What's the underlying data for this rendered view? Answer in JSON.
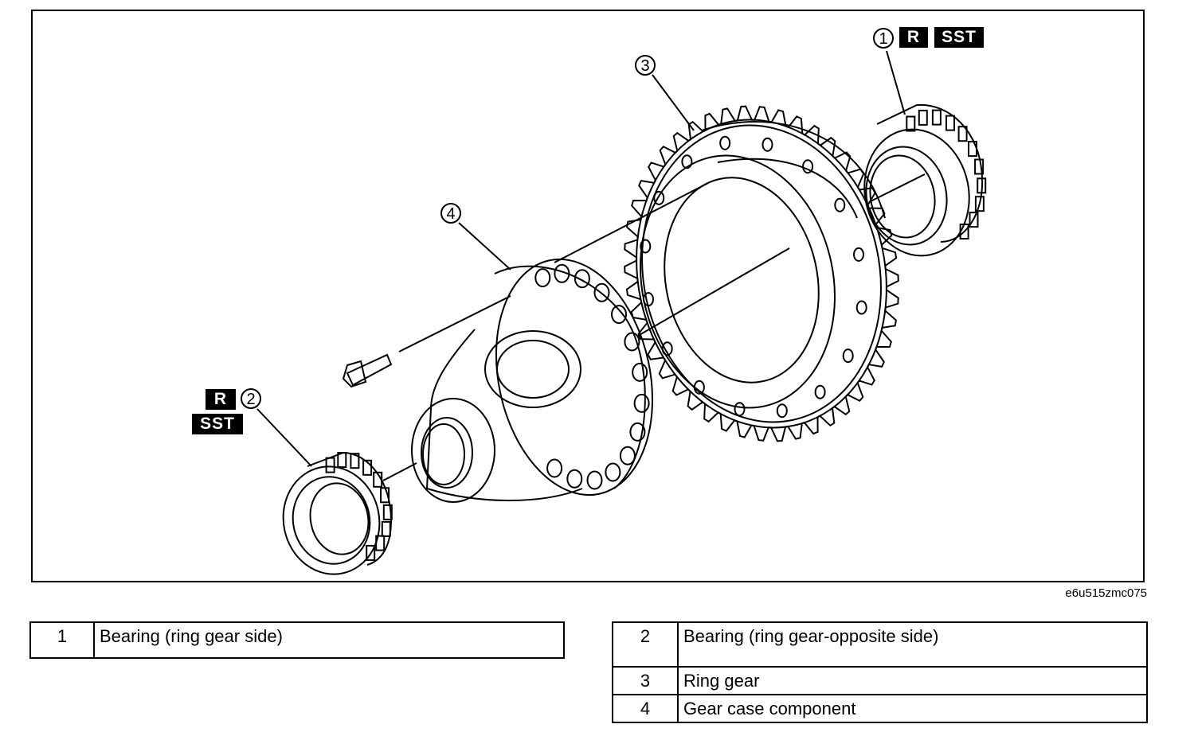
{
  "figure": {
    "code": "e6u515zmc075",
    "callouts": [
      {
        "num": "1",
        "tags": [
          "R",
          "SST"
        ]
      },
      {
        "num": "2",
        "tags": [
          "R",
          "SST"
        ]
      },
      {
        "num": "3"
      },
      {
        "num": "4"
      }
    ]
  },
  "legend": {
    "left": [
      {
        "num": "1",
        "label": "Bearing (ring gear side)"
      }
    ],
    "right": [
      {
        "num": "2",
        "label": "Bearing (ring gear-opposite side)"
      },
      {
        "num": "3",
        "label": "Ring gear"
      },
      {
        "num": "4",
        "label": "Gear case component"
      }
    ]
  }
}
